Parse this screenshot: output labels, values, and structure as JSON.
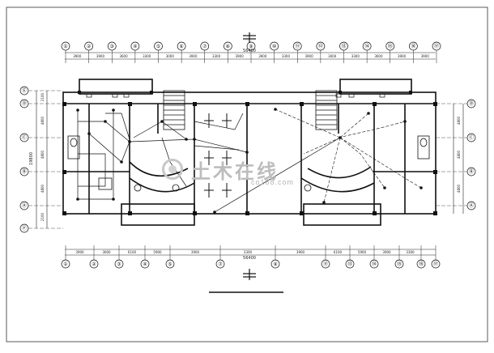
{
  "drawing": {
    "total_dim_top": "56400",
    "total_dim_bottom": "56400",
    "overall_depth": "19800"
  },
  "top_axes": [
    "①",
    "②",
    "③",
    "④",
    "⑤",
    "⑥",
    "⑦",
    "⑧",
    "⑨",
    "⑩",
    "⑪",
    "⑫",
    "⑬",
    "⑭",
    "⑮",
    "⑯",
    "⑰"
  ],
  "top_dims": [
    "3900",
    "3900",
    "3600",
    "3300",
    "3000",
    "3900",
    "3300",
    "3900",
    "3900",
    "3300",
    "3900",
    "3000",
    "3300",
    "3600",
    "3900",
    "3900"
  ],
  "bottom_axes": [
    "①",
    "②",
    "③",
    "④",
    "⑤",
    "⑦",
    "⑨",
    "⑪",
    "⑬",
    "⑭",
    "⑮",
    "⑯",
    "⑰"
  ],
  "bottom_dims": [
    "3900",
    "3600",
    "6100",
    "5900",
    "3900",
    "3300",
    "3900",
    "6100",
    "5900",
    "3900",
    "3300"
  ],
  "left_axes": [
    "Ⓔ",
    "Ⓓ",
    "Ⓒ",
    "Ⓑ",
    "Ⓐ",
    "Ⓕ"
  ],
  "left_dims": [
    "2100",
    "4800",
    "4800",
    "4800",
    "2100"
  ],
  "right_axes": [
    "Ⓓ",
    "Ⓒ",
    "Ⓑ",
    "Ⓐ"
  ],
  "right_dims": [
    "4800",
    "4800",
    "4800"
  ],
  "colors": {
    "line": "#1f1f1f",
    "wall": "#101010",
    "watermark": "#bdbdbd"
  },
  "watermark": {
    "brand": "土木在线",
    "url": "co188.com"
  }
}
